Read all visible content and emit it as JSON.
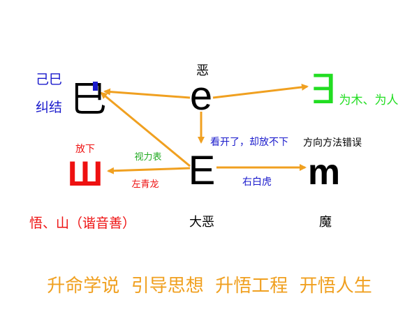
{
  "colors": {
    "arrow": "#f0a020",
    "blue": "#1a1acc",
    "green": "#22dd22",
    "red": "#ee1111",
    "black": "#000000",
    "orange": "#f0a020"
  },
  "nodes": {
    "top": {
      "glyph": "e",
      "label": "恶"
    },
    "center": {
      "glyph": "E",
      "label": "大恶"
    },
    "left_top": {
      "glyph": "巳",
      "label_line1": "己巳",
      "label_line2": "纠结"
    },
    "left_bottom": {
      "glyph": "Ш",
      "label": "悟、山（谐音善）",
      "label_above": "放下"
    },
    "right_top": {
      "glyph": "∃",
      "label": "为木、为人"
    },
    "right_bottom": {
      "glyph": "m",
      "label": "魔",
      "label_above": "方向方法错误"
    }
  },
  "edge_labels": {
    "top_to_center": "看开了，却放不下",
    "left_top": "视力表",
    "left_bottom": "左青龙",
    "right": "右白虎"
  },
  "slogan": "升命学说  引导思想  升悟工程  开悟人生"
}
